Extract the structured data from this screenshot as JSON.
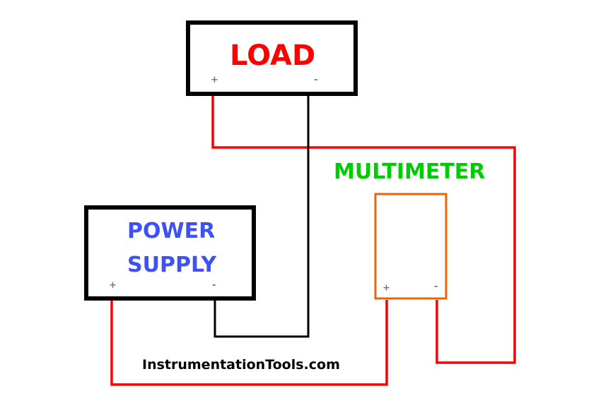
{
  "load": {
    "label": "LOAD",
    "plus": "+",
    "minus": "-",
    "color": "#ff0000"
  },
  "power_supply": {
    "label_line1": "POWER",
    "label_line2": "SUPPLY",
    "plus": "+",
    "minus": "-",
    "color": "#3f51f5"
  },
  "multimeter": {
    "label": "MULTIMETER",
    "plus": "+",
    "minus": "-",
    "color": "#00cc00",
    "box_color": "#e8650a"
  },
  "watermark": "InstrumentationTools.com",
  "colors": {
    "positive_wire": "#ff0000",
    "negative_wire": "#000000",
    "box_border": "#000000"
  }
}
